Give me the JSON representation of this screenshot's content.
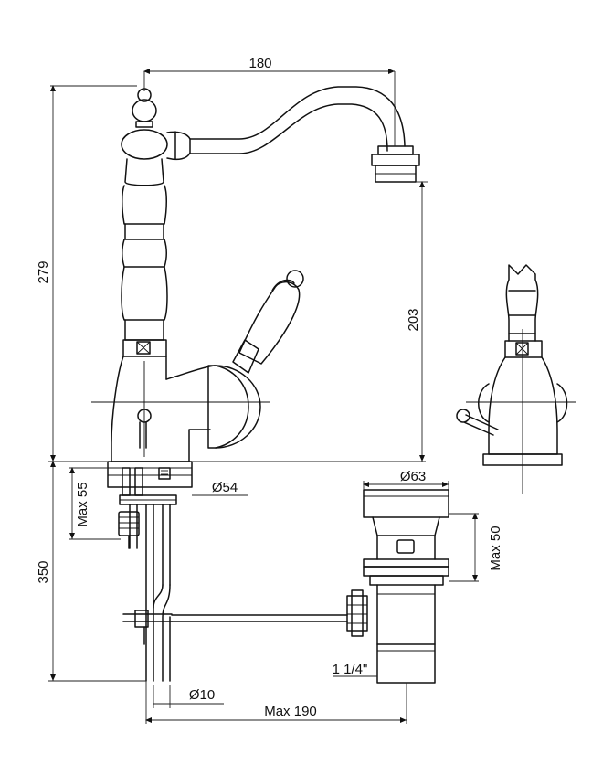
{
  "dimensions": {
    "spout_reach": "180",
    "total_height": "279",
    "spout_height": "203",
    "base_diameter": "Ø54",
    "max_deck_thickness": "Max 55",
    "tail_length": "350",
    "waste_flange_diameter": "Ø63",
    "waste_max_thickness": "Max 50",
    "waste_thread": "1 1/4\"",
    "rod_diameter": "Ø10",
    "max_rod_distance": "Max 190"
  }
}
